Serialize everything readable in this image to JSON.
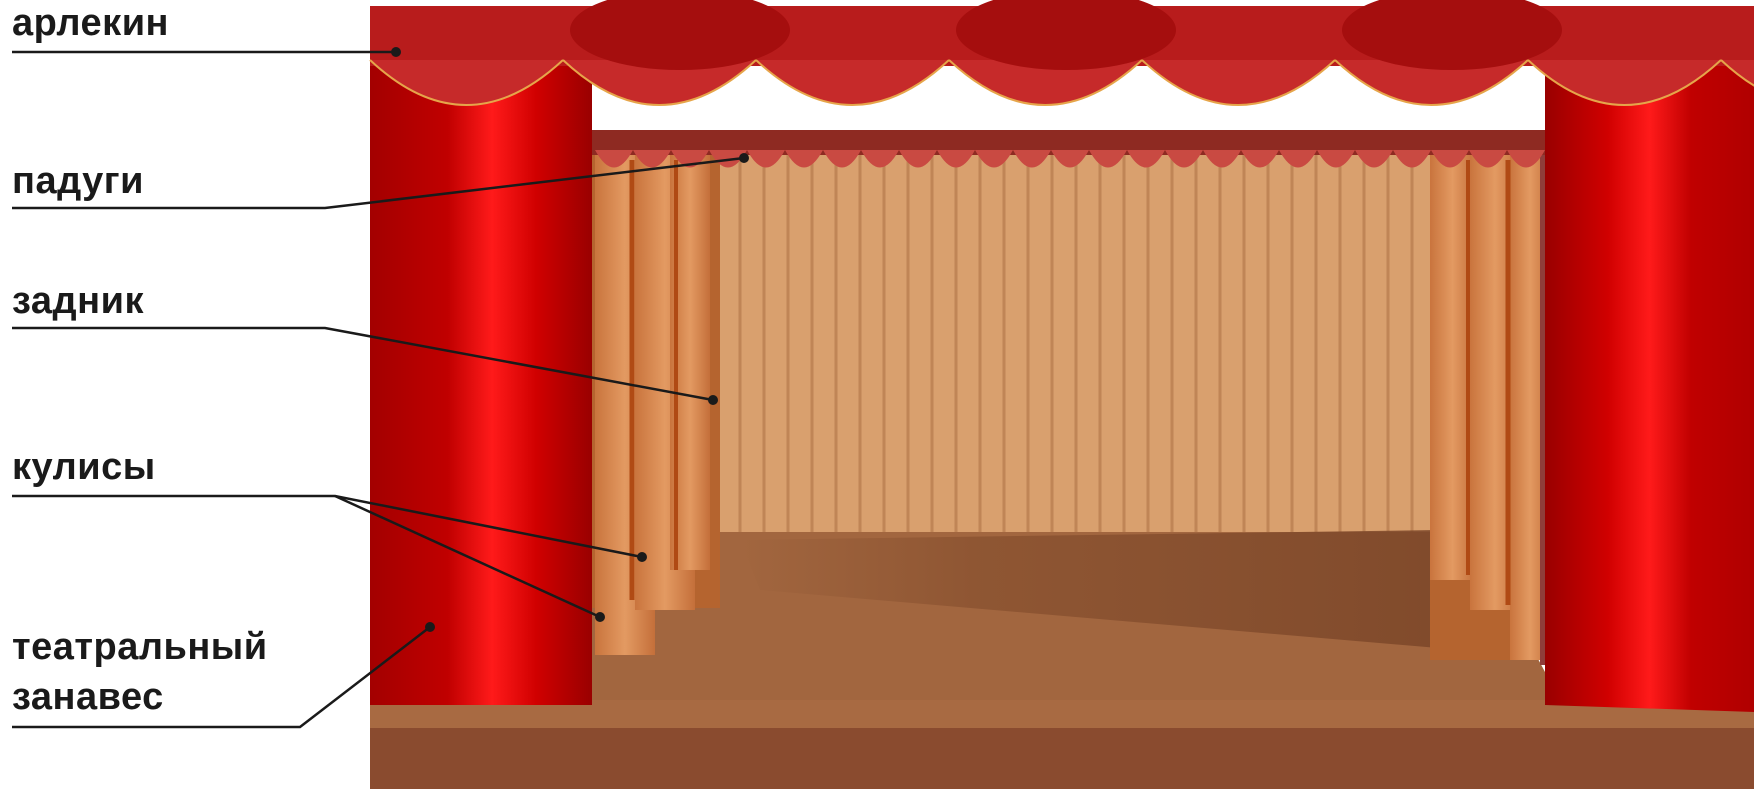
{
  "labels": {
    "arlekin": "арлекин",
    "padugi": "падуги",
    "zadnik": "задник",
    "kulisy": "кулисы",
    "curtain_line1": "театральный",
    "curtain_line2": "занавес"
  },
  "colors": {
    "curtain_red": "#d40000",
    "valance_red": "#b81c1c",
    "backdrop": "#d9a06e",
    "floor": "#a2663f",
    "stage_front": "#8a4b2f",
    "wing": "#d8834a",
    "leader_line": "#1a1a1a"
  }
}
